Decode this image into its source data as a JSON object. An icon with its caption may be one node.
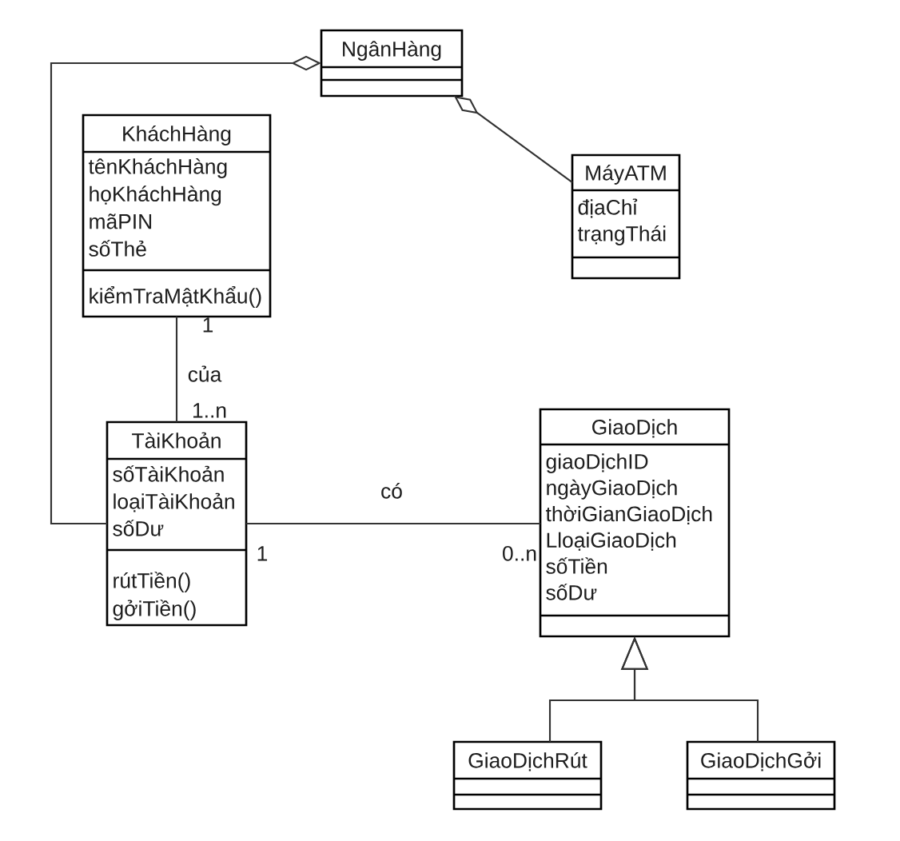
{
  "diagram": {
    "nodes": [
      {
        "text": [
          "NgânHàng"
        ]
      },
      {
        "text": [
          "KháchHàng",
          "tênKháchHàng",
          "họKháchHàng",
          "mãPIN",
          "sốThẻ",
          "kiểmTraMậtKhẩu()"
        ]
      },
      {
        "text": [
          "MáyATM",
          "địaChỉ",
          "trạngThái"
        ]
      },
      {
        "text": [
          "TàiKhoản",
          "sốTàiKhoản",
          "loạiTàiKhoản",
          "sốDư",
          "rútTiền()",
          "gởiTiền()"
        ]
      },
      {
        "text": [
          "GiaoDịch",
          "giaoDịchID",
          "ngàyGiaoDịch",
          "thờiGianGiaoDịch",
          "LloạiGiaoDịch",
          "sốTiền",
          "sốDư"
        ]
      },
      {
        "text": [
          "GiaoDịchRút"
        ]
      },
      {
        "text": [
          "GiaoDịchGởi"
        ]
      }
    ],
    "edges": [
      {
        "from": 3,
        "to": 0,
        "arrow": "other"
      },
      {
        "from": 2,
        "to": 0,
        "arrow": "other"
      },
      {
        "from": 1,
        "to": 3,
        "arrow": "none",
        "label": "của"
      },
      {
        "from": 3,
        "to": 4,
        "arrow": "none",
        "label": "có"
      },
      {
        "from": 5,
        "to": 4,
        "arrow": "to"
      },
      {
        "from": 6,
        "to": 4,
        "arrow": "to"
      }
    ],
    "labels": [
      "1",
      "1..n",
      "1",
      "0..n"
    ]
  }
}
